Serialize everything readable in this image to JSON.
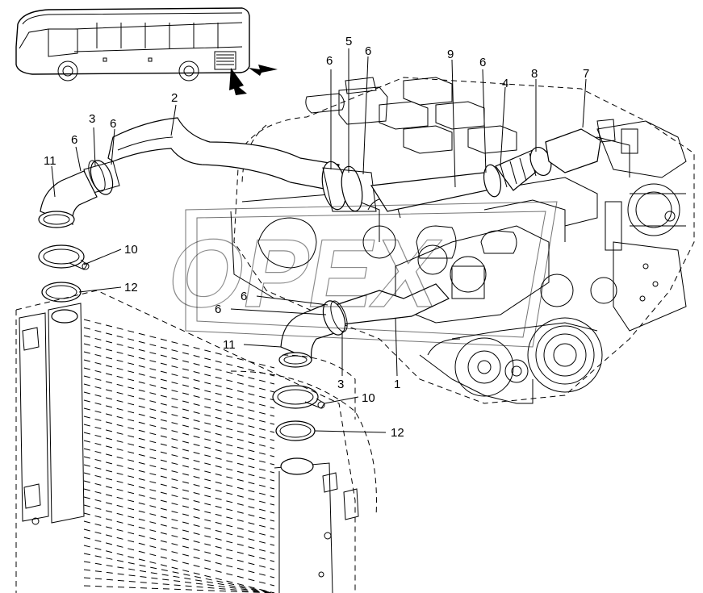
{
  "callouts": {
    "c1": "1",
    "c2": "2",
    "c3a": "3",
    "c3b": "3",
    "c4": "4",
    "c5": "5",
    "c6a": "6",
    "c6b": "6",
    "c6c": "6",
    "c6d": "6",
    "c6e": "6",
    "c6f": "6",
    "c6g": "6",
    "c7": "7",
    "c8": "8",
    "c9": "9",
    "c10a": "10",
    "c10b": "10",
    "c11a": "11",
    "c11b": "11",
    "c12a": "12",
    "c12b": "12"
  },
  "watermark_text": "OPEX",
  "colors": {
    "line": "#000000",
    "background": "#ffffff"
  }
}
